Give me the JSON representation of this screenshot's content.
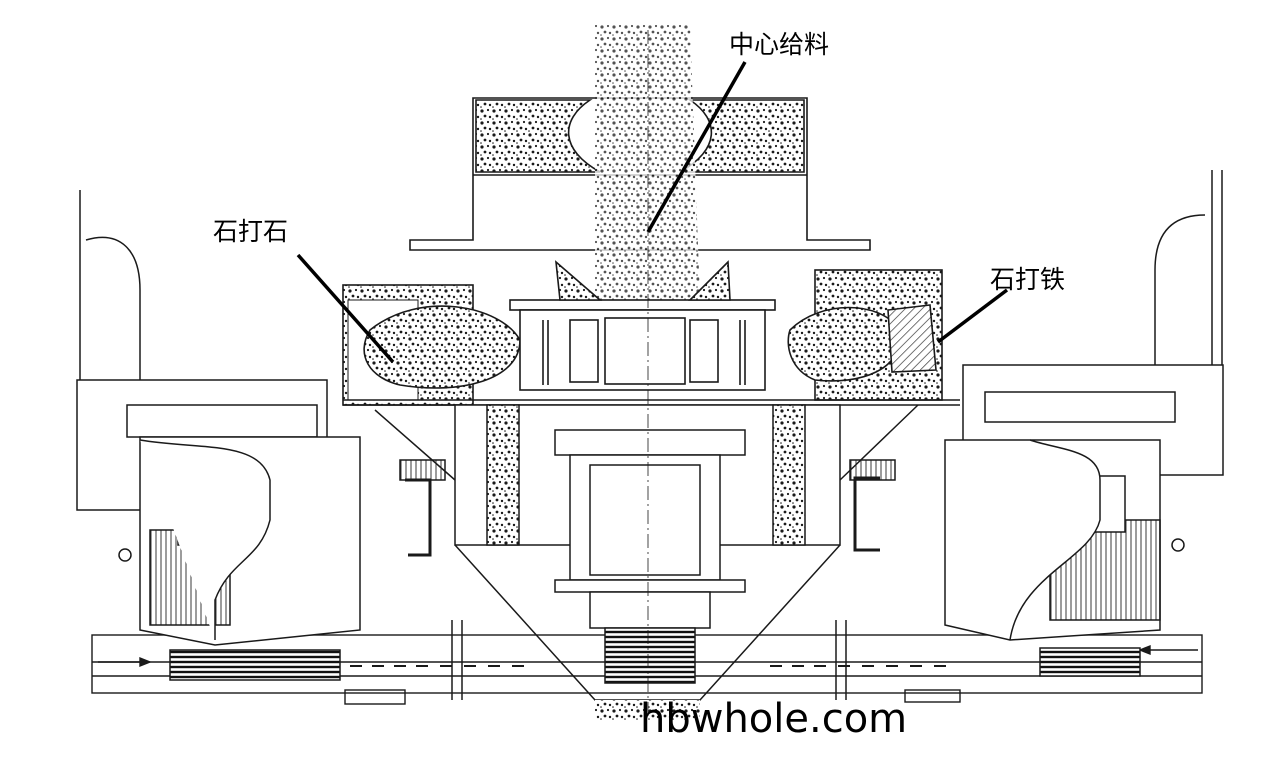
{
  "labels": {
    "center_feed": "中心给料",
    "stone_on_stone": "石打石",
    "stone_on_iron": "石打铁"
  },
  "watermark": "hbwhole.com",
  "colors": {
    "ink": "#1a1a1a",
    "background": "#ffffff",
    "hatch": "#333333"
  }
}
